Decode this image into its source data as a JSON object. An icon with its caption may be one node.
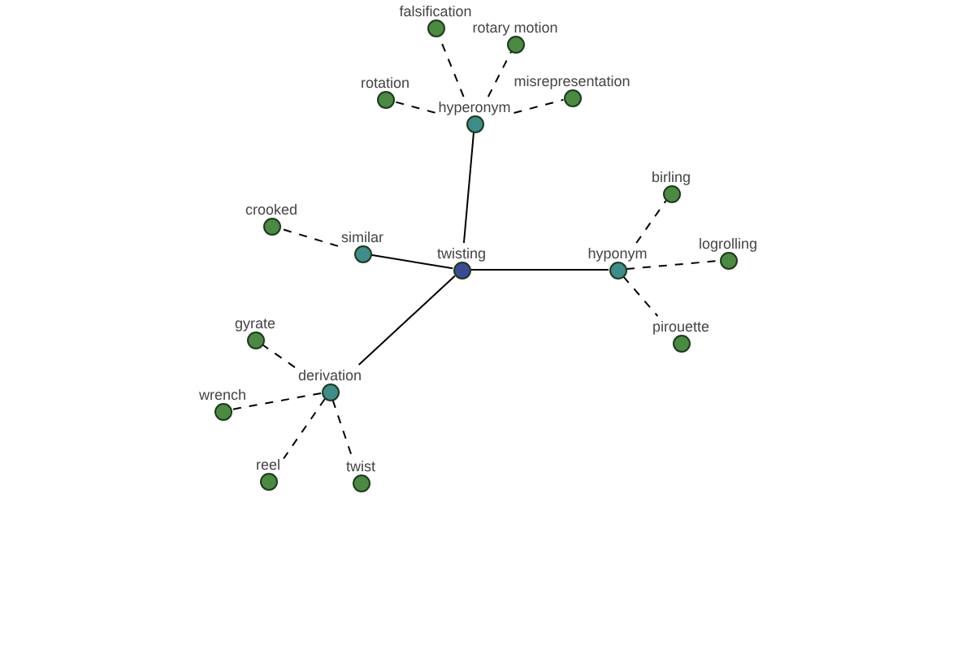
{
  "diagram": {
    "nodes": [
      {
        "text": [
          "falsification"
        ]
      },
      {
        "text": [
          "rotary motion"
        ]
      },
      {
        "text": [
          "rotation"
        ]
      },
      {
        "text": [
          "misrepresentation"
        ]
      },
      {
        "text": [
          "hyperonym"
        ]
      },
      {
        "text": [
          "birling"
        ]
      },
      {
        "text": [
          "crooked"
        ]
      },
      {
        "text": [
          "similar"
        ]
      },
      {
        "text": [
          "twisting"
        ]
      },
      {
        "text": [
          "hyponym"
        ]
      },
      {
        "text": [
          "logrolling"
        ]
      },
      {
        "text": [
          "gyrate"
        ]
      },
      {
        "text": [
          "pirouette"
        ]
      },
      {
        "text": [
          "derivation"
        ]
      },
      {
        "text": [
          "wrench"
        ]
      },
      {
        "text": [
          "reel"
        ]
      },
      {
        "text": [
          "twist"
        ]
      }
    ],
    "edges": [
      {
        "from": 8,
        "to": 4,
        "arrow": "none"
      },
      {
        "from": 8,
        "to": 7,
        "arrow": "none"
      },
      {
        "from": 8,
        "to": 9,
        "arrow": "none"
      },
      {
        "from": 8,
        "to": 13,
        "arrow": "none"
      },
      {
        "from": 4,
        "to": 0,
        "arrow": "none",
        "style": "dashed"
      },
      {
        "from": 4,
        "to": 1,
        "arrow": "none",
        "style": "dashed"
      },
      {
        "from": 4,
        "to": 2,
        "arrow": "none",
        "style": "dashed"
      },
      {
        "from": 4,
        "to": 3,
        "arrow": "none",
        "style": "dashed"
      },
      {
        "from": 7,
        "to": 6,
        "arrow": "none",
        "style": "dashed"
      },
      {
        "from": 9,
        "to": 5,
        "arrow": "none",
        "style": "dashed"
      },
      {
        "from": 9,
        "to": 10,
        "arrow": "none",
        "style": "dashed"
      },
      {
        "from": 9,
        "to": 12,
        "arrow": "none",
        "style": "dashed"
      },
      {
        "from": 13,
        "to": 11,
        "arrow": "none",
        "style": "dashed"
      },
      {
        "from": 13,
        "to": 14,
        "arrow": "none",
        "style": "dashed"
      },
      {
        "from": 13,
        "to": 15,
        "arrow": "none",
        "style": "dashed"
      },
      {
        "from": 13,
        "to": 16,
        "arrow": "none",
        "style": "dashed"
      }
    ]
  }
}
